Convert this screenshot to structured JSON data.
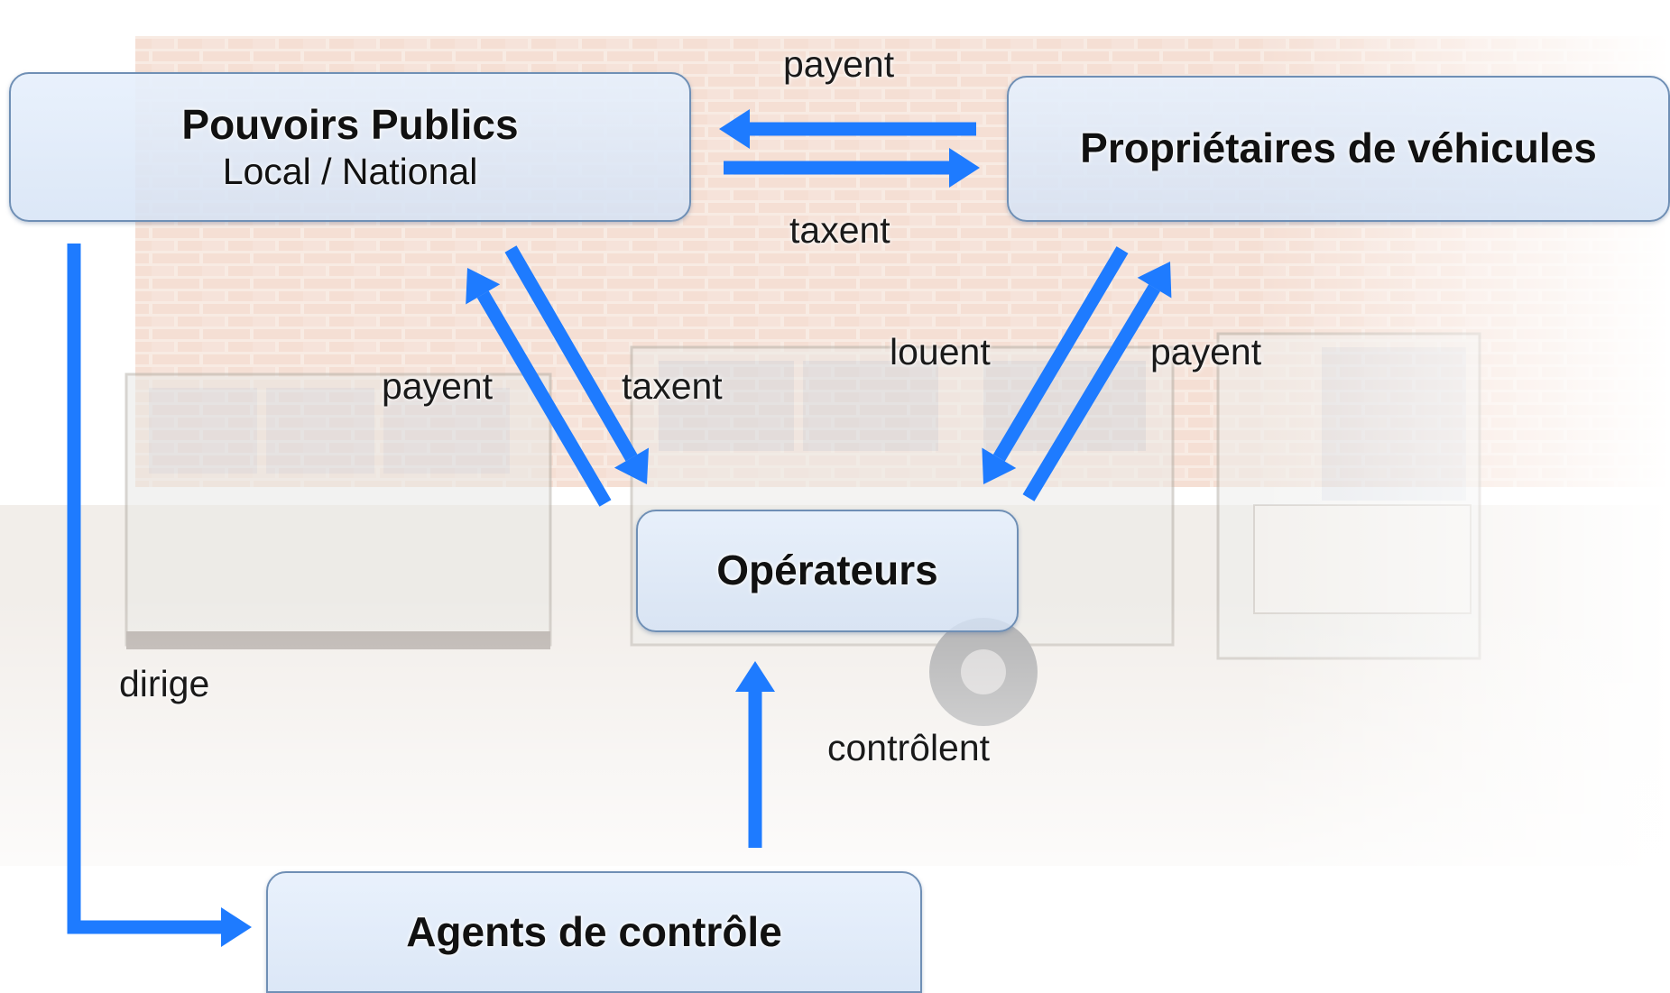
{
  "nodes": {
    "pouvoirs_publics": {
      "title": "Pouvoirs Publics",
      "subtitle": "Local / National"
    },
    "proprietaires": {
      "title": "Propriétaires de véhicules"
    },
    "operateurs": {
      "title": "Opérateurs"
    },
    "agents": {
      "title": "Agents de contrôle"
    }
  },
  "edges": {
    "proprietaires_payent_pouvoirs": "payent",
    "pouvoirs_taxent_proprietaires": "taxent",
    "operateurs_payent_pouvoirs": "payent",
    "pouvoirs_taxent_operateurs": "taxent",
    "proprietaires_louent_operateurs": "louent",
    "operateurs_payent_proprietaires": "payent",
    "pouvoirs_dirige_agents": "dirige",
    "agents_controlent_operateurs": "contrôlent"
  },
  "colors": {
    "arrow": "#1e7bff",
    "node_border": "#6f8fb5"
  }
}
